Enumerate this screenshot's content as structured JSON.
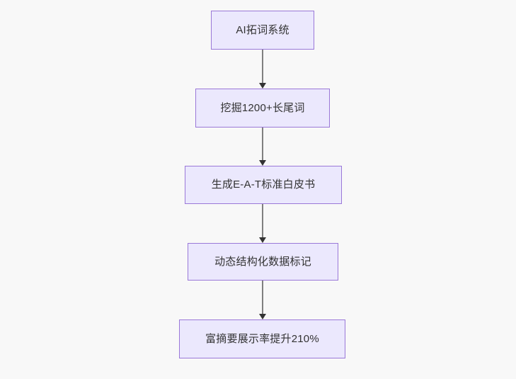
{
  "diagram": {
    "type": "flowchart",
    "direction": "top-to-bottom",
    "background_color": "#f8f8f8",
    "node_fill_color": "#ebe8fd",
    "node_border_color": "#9a78d8",
    "node_text_color": "#333333",
    "edge_line_color": "#808080",
    "edge_arrow_color": "#333333",
    "nodes": [
      {
        "id": "n1",
        "label": "AI拓词系统"
      },
      {
        "id": "n2",
        "label": "挖掘1200+长尾词"
      },
      {
        "id": "n3",
        "label": "生成E-A-T标准白皮书"
      },
      {
        "id": "n4",
        "label": "动态结构化数据标记"
      },
      {
        "id": "n5",
        "label": "富摘要展示率提升210%"
      }
    ],
    "edges": [
      {
        "from": "n1",
        "to": "n2",
        "label": ""
      },
      {
        "from": "n2",
        "to": "n3",
        "label": ""
      },
      {
        "from": "n3",
        "to": "n4",
        "label": ""
      },
      {
        "from": "n4",
        "to": "n5",
        "label": ""
      }
    ]
  }
}
